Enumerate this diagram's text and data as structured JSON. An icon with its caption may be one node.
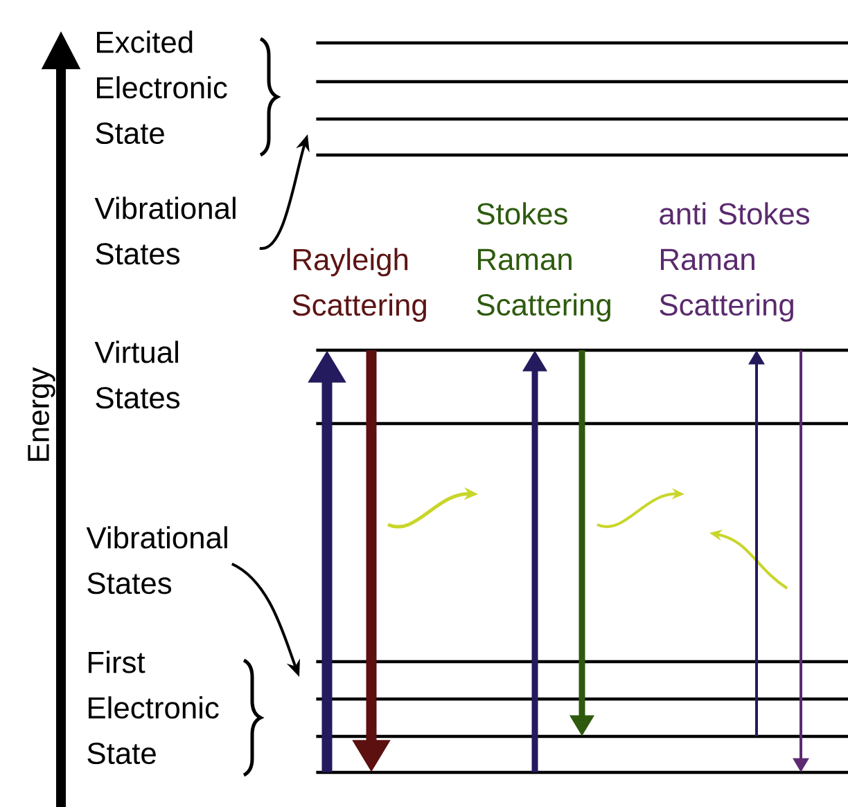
{
  "diagram": {
    "nodes": [
      {
        "text": [],
        "shape": "bar"
      },
      {
        "text": [],
        "shape": "bar"
      },
      {
        "text": [],
        "shape": "bar"
      },
      {
        "text": [],
        "shape": "bar"
      },
      {
        "text": [
          "Vibrational States"
        ]
      },
      {
        "text": [],
        "shape": "bar"
      },
      {
        "text": [],
        "shape": "bar"
      },
      {
        "text": [
          "Vibrational States"
        ]
      },
      {
        "text": [],
        "shape": "bar"
      },
      {
        "text": [],
        "shape": "bar"
      },
      {
        "text": [],
        "shape": "bar"
      },
      {
        "text": [],
        "shape": "bar"
      }
    ],
    "edges": [
      {
        "from": 4,
        "to": 3,
        "arrow": "to",
        "color": "#000000"
      },
      {
        "from": 7,
        "to": 8,
        "arrow": "to",
        "color": "#000000"
      },
      {
        "from": 11,
        "to": 5,
        "arrow": "to",
        "style": "thick"
      },
      {
        "from": 5,
        "to": 11,
        "arrow": "to",
        "style": "thick",
        "color": "#5c1010"
      },
      {
        "from": 11,
        "to": 5,
        "arrow": "to",
        "style": "thick"
      },
      {
        "from": 5,
        "to": 10,
        "arrow": "to",
        "style": "thick",
        "color": "#2e5a0e"
      },
      {
        "from": 10,
        "to": 5,
        "arrow": "to"
      },
      {
        "from": 5,
        "to": 11,
        "arrow": "to",
        "color": "#5e2a72"
      }
    ],
    "labels": [
      "Excited Electronic State",
      "Stokes Raman Scattering",
      "anti Stokes Raman Scattering",
      "Rayleigh Scattering",
      "Virtual States",
      "Energy",
      "First Electronic State"
    ]
  }
}
